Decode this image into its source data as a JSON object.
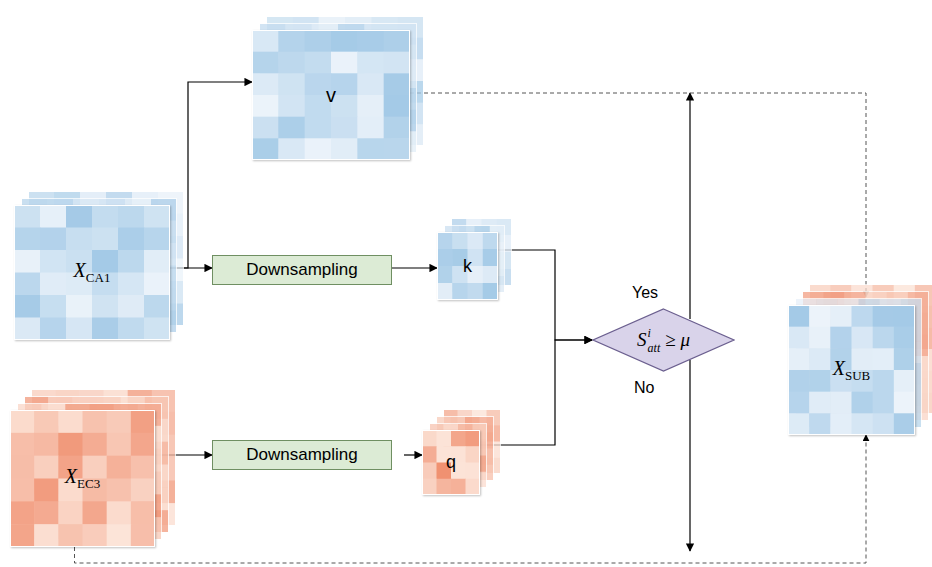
{
  "diagram": {
    "nodes": [
      {
        "text": [
          "v"
        ]
      },
      {
        "text": [
          "X",
          "CA1"
        ]
      },
      {
        "text": [
          "Downsampling"
        ]
      },
      {
        "text": [
          "k"
        ]
      },
      {
        "text": [
          "X",
          "EC3"
        ]
      },
      {
        "text": [
          "Downsampling"
        ]
      },
      {
        "text": [
          "q"
        ]
      },
      {
        "text": [
          "S",
          "att",
          "i",
          "≥ μ"
        ]
      },
      {
        "text": [
          "X",
          "SUB"
        ]
      }
    ],
    "edges": [
      {
        "from": 1,
        "to": 0,
        "arrow": "to"
      },
      {
        "from": 1,
        "to": 2,
        "arrow": "to"
      },
      {
        "from": 2,
        "to": 3,
        "arrow": "to"
      },
      {
        "from": 4,
        "to": 5,
        "arrow": "to"
      },
      {
        "from": 5,
        "to": 6,
        "arrow": "to"
      },
      {
        "from": 3,
        "to": 7,
        "arrow": "to"
      },
      {
        "from": 6,
        "to": 7,
        "arrow": "to"
      },
      {
        "from": 0,
        "to": 8,
        "arrow": "to"
      },
      {
        "from": 4,
        "to": 8,
        "arrow": "to"
      }
    ],
    "labels": [
      "Yes",
      "No"
    ]
  }
}
